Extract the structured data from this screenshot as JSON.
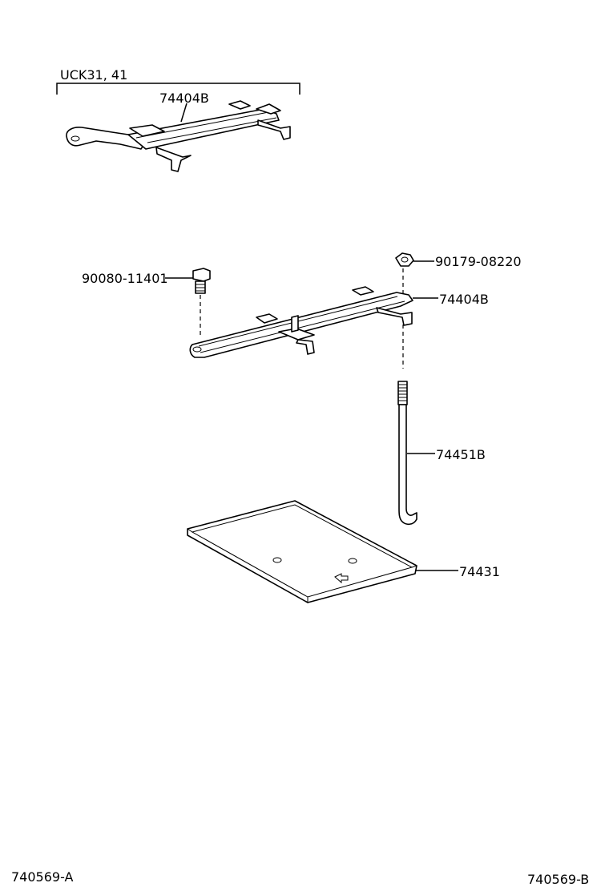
{
  "diagram": {
    "variant_label": "UCK31, 41",
    "parts": {
      "hold_down_top": "74404B",
      "bolt": "90080-11401",
      "nut": "90179-08220",
      "hold_down": "74404B",
      "clamp_rod": "74451B",
      "battery_tray": "74431"
    },
    "footer": {
      "left_code": "740569-A",
      "right_code": "740569-B"
    }
  }
}
